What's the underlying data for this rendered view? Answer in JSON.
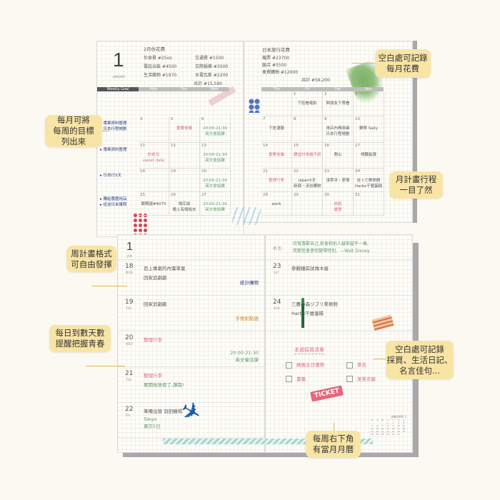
{
  "monthly": {
    "month_number": "1",
    "month_name": "JANUARY",
    "left_notes": {
      "title": "2月份花費",
      "items": [
        "伙食費 #25oo",
        "交通費 #1500",
        "電話治裝 #4500",
        "交際娛樂 #3500",
        "生活雜物 #1970",
        "水電瓦斯 #2200"
      ],
      "total": "共計 #15,590"
    },
    "right_notes": {
      "title": "日本旅行花費",
      "items": [
        "機票 #23700",
        "飯店 #5500",
        "車費購物 #12000"
      ],
      "total": "共計 #59,200"
    },
    "weekly_goal_label": "Weekly Goal",
    "left_days": [
      "Mon",
      "Tue",
      "Wed"
    ],
    "right_days": [
      "Thu",
      "Fri",
      "Sat",
      "Sun"
    ],
    "goals": [
      "▸ 專案資料整理\n▸ 日本行程規劃",
      "▸ 專案資料整理",
      "▸ 日本行5天",
      "▸ 購給農曆用品\n▸ 從送日本護照"
    ],
    "left_cells": [
      {
        "d": "4",
        "t": ""
      },
      {
        "d": "5",
        "t": "重要會議"
      },
      {
        "d": "6",
        "t": "20:00-21:30\n英文會話課"
      },
      {
        "d": "11",
        "t": "約會日\nsweet date"
      },
      {
        "d": "12",
        "t": ""
      },
      {
        "d": "13",
        "t": "20:00-21:30\n英文會話課"
      },
      {
        "d": "18",
        "t": ""
      },
      {
        "d": "19",
        "t": ""
      },
      {
        "d": "20",
        "t": "20:00-21:30\n英文會話課"
      },
      {
        "d": "25",
        "t": "聊期還#4075"
      },
      {
        "d": "26",
        "t": "場完成\n晚上有總說去"
      },
      {
        "d": "27",
        "t": "20:00-21:30\n英文會話課"
      }
    ],
    "right_cells": [
      {
        "d": "",
        "t": ""
      },
      {
        "d": "1",
        "t": "下班看電影"
      },
      {
        "d": "2",
        "t": "與朋友下買看"
      },
      {
        "d": "3",
        "t": ""
      },
      {
        "d": "7",
        "t": "下班運動"
      },
      {
        "d": "8",
        "t": ""
      },
      {
        "d": "9",
        "t": "來店內規用具\n日本行程規劃"
      },
      {
        "d": "10",
        "t": "鋼琴 Sally"
      },
      {
        "d": "14",
        "t": "重要會議"
      },
      {
        "d": "15",
        "t": "課堂討會議手紙"
      },
      {
        "d": "16",
        "t": "爬山"
      },
      {
        "d": "17",
        "t": "視聽指導"
      },
      {
        "d": "21",
        "t": "整理行李"
      },
      {
        "d": "22",
        "t": "Japan5天\n新宿・涉谷購物"
      },
      {
        "d": "23",
        "t": "淺草寺・原宿"
      },
      {
        "d": "24",
        "t": "吉卜力美術館\nHarbs千層蛋糕"
      },
      {
        "d": "28",
        "t": "work"
      },
      {
        "d": "29",
        "t": ""
      },
      {
        "d": "30",
        "t": "放鬆\n露營"
      },
      {
        "d": "31",
        "t": ""
      }
    ]
  },
  "weekly": {
    "month_number": "1",
    "month_name": "JAN",
    "memo_label": "名言:",
    "quote": "欣賞喜歡自己,就會和別人越來越不一樣,\n而那些會使你變得特別。—Walt Disney",
    "left_days": [
      {
        "d": "18",
        "w": "MON",
        "lines": [
          "百上專案的內電草案",
          "回家追劇劇"
        ],
        "note": "統計購物"
      },
      {
        "d": "19",
        "w": "TUE",
        "lines": [
          "回家追劇劇"
        ],
        "note": "手帳創點器"
      },
      {
        "d": "20",
        "w": "WED",
        "lines": [
          "整理行李"
        ],
        "note": "20:00-21:30\n英文會話課"
      },
      {
        "d": "21",
        "w": "THU",
        "lines": [
          "整理行李",
          "要開始放假了,讚哉!"
        ],
        "note": ""
      },
      {
        "d": "22",
        "w": "FRI",
        "lines": [
          "準備出發 羽田機場",
          "Tokyo\n東京5日"
        ],
        "note": ""
      }
    ],
    "right_days": [
      {
        "d": "23",
        "w": "SAT",
        "lines": [
          "參觀睡前試做木屋"
        ]
      },
      {
        "d": "24",
        "w": "SUN",
        "lines": [
          "三鷹の森ジブリ美術館",
          "Harbs千層蛋糕"
        ]
      }
    ],
    "shopping_title": "本週採買清單",
    "shopping": [
      "媽媽生日禮物",
      "茶包",
      "書籤",
      "美美衣服"
    ],
    "ticket": "TICKET",
    "mini_cal_title": "JANUARY 1",
    "mini_cal_head": [
      "M",
      "T",
      "W",
      "T",
      "F",
      "S",
      "S"
    ]
  },
  "callouts": {
    "c1": [
      "空白處可記錄",
      "每月花費"
    ],
    "c2": [
      "每月可將",
      "每周的目標",
      "列出來"
    ],
    "c3": [
      "月計畫行程",
      "一目了然"
    ],
    "c4": [
      "周計畫格式",
      "可自由發揮"
    ],
    "c5": [
      "每日到數天數",
      "提醒把握青春"
    ],
    "c6": [
      "空白處可記錄",
      "採買、生活日記、",
      "名言佳句..."
    ],
    "c7": [
      "每周右下角",
      "有當月月曆"
    ]
  },
  "colors": {
    "callout": "#f8e5a6",
    "leader": "#e5b94a",
    "pink": "#d96a8e",
    "green": "#5a9a6a"
  }
}
